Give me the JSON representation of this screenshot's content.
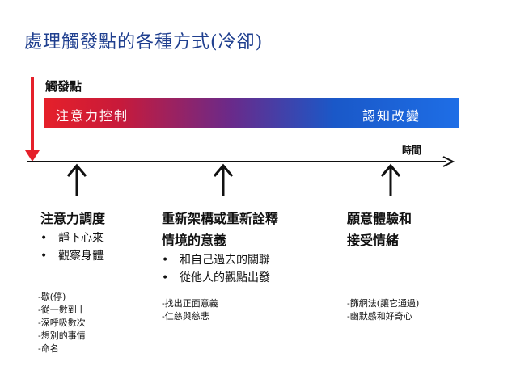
{
  "title": "處理觸發點的各種方式(冷卻)",
  "trigger_label": "觸發點",
  "bar": {
    "left_label": "注意力控制",
    "right_label": "認知改變"
  },
  "time_label": "時間",
  "colors": {
    "title": "#1f3f8f",
    "bar_start": "#e5202a",
    "bar_end": "#1e6ee6",
    "trigger_arrow": "#e5202a"
  },
  "columns": [
    {
      "heading_lines": [
        "注意力調度"
      ],
      "bullets": [
        "靜下心來",
        "觀察身體"
      ],
      "notes": [
        "-歇(停)",
        "-從一數到十",
        "-深呼吸數次",
        "-想別的事情",
        "-命名"
      ]
    },
    {
      "heading_lines": [
        "重新架構或重新詮釋",
        "情境的意義"
      ],
      "bullets": [
        "和自己過去的關聯",
        "從他人的觀點出發"
      ],
      "notes": [
        "-找出正面意義",
        "-仁慈與慈悲"
      ]
    },
    {
      "heading_lines": [
        "願意體驗和",
        "接受情緒"
      ],
      "bullets": [],
      "notes": [
        "-篩網法(讓它通過)",
        "-幽默感和好奇心"
      ]
    }
  ]
}
